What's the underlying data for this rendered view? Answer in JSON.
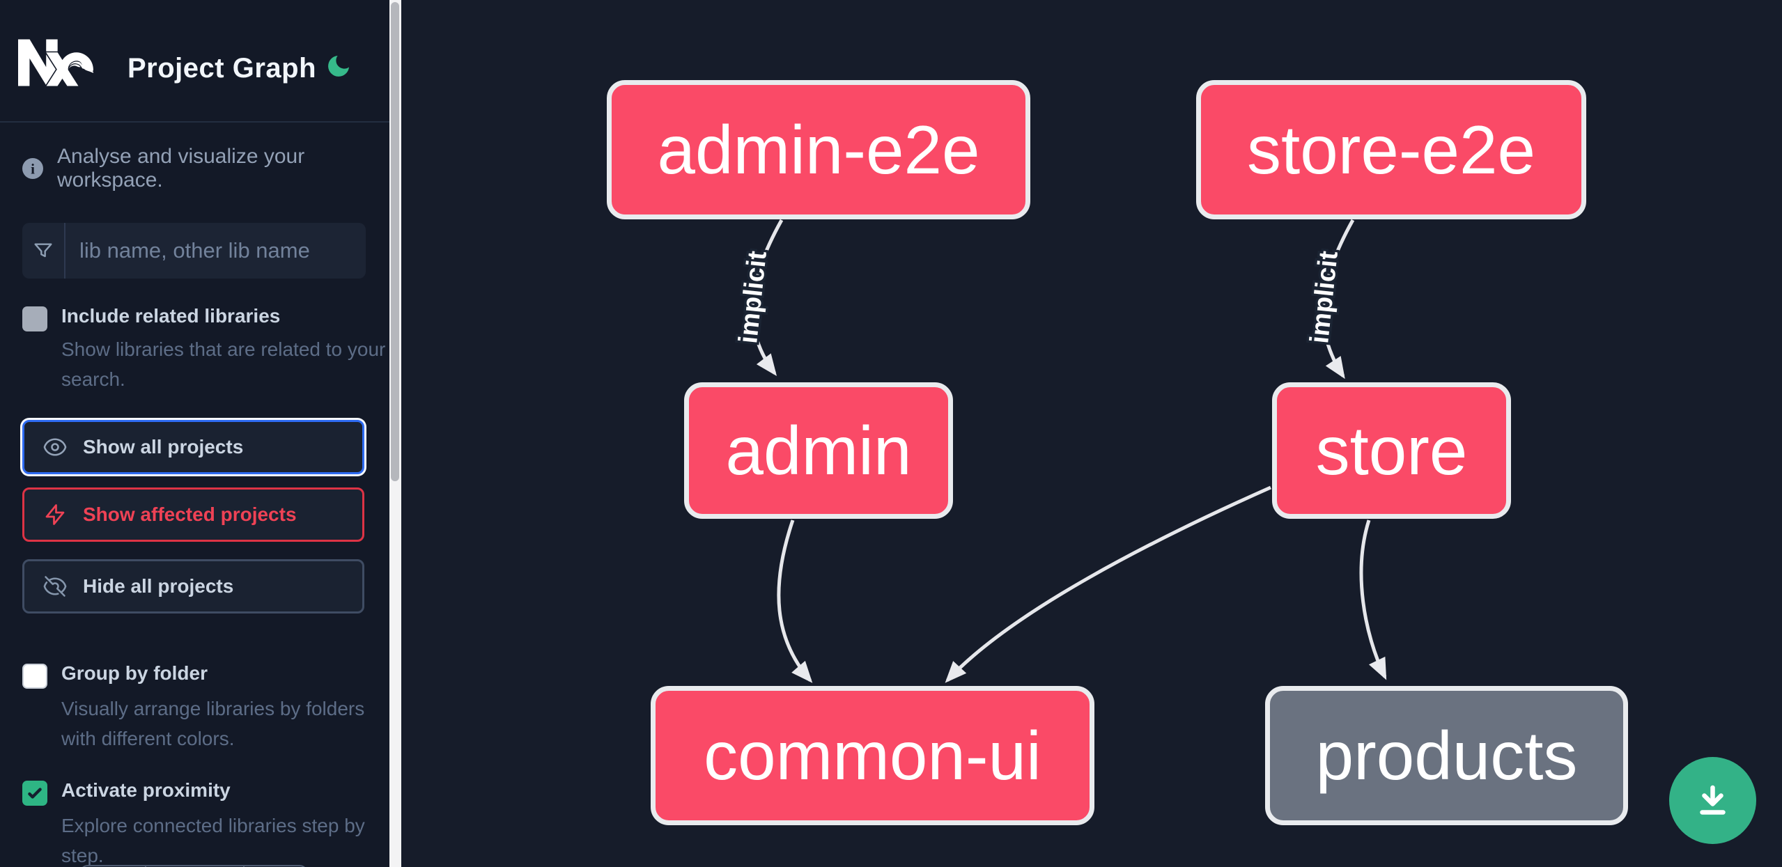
{
  "header": {
    "title": "Project Graph",
    "logo": "nx-logo",
    "theme_toggle_icon": "moon-icon"
  },
  "intro": {
    "icon": "info-icon",
    "text": "Analyse and visualize your workspace."
  },
  "search": {
    "icon": "funnel-icon",
    "placeholder": "lib name, other lib name",
    "value": ""
  },
  "options": [
    {
      "id": "include-related-libraries",
      "label": "Include related libraries",
      "description": "Show libraries that are related to your search.",
      "checked": false,
      "checkbox_style": "gray"
    },
    {
      "id": "group-by-folder",
      "label": "Group by folder",
      "description": "Visually arrange libraries by folders with different colors.",
      "checked": false,
      "checkbox_style": "white"
    },
    {
      "id": "activate-proximity",
      "label": "Activate proximity",
      "description": "Explore connected libraries step by step.",
      "checked": true,
      "checkbox_style": "green"
    }
  ],
  "actions": [
    {
      "label": "Show all projects",
      "icon": "eye-icon",
      "state": "focused",
      "accent": "#2e6bf2"
    },
    {
      "label": "Show affected projects",
      "icon": "bolt-icon",
      "state": "default",
      "accent": "#ef4255"
    },
    {
      "label": "Hide all projects",
      "icon": "eye-off-icon",
      "state": "default",
      "accent": "#3f4c63"
    }
  ],
  "graph": {
    "nodes": [
      {
        "id": "admin-e2e",
        "label": "admin-e2e",
        "color": "#fa4a67"
      },
      {
        "id": "store-e2e",
        "label": "store-e2e",
        "color": "#fa4a67"
      },
      {
        "id": "admin",
        "label": "admin",
        "color": "#fa4a67"
      },
      {
        "id": "store",
        "label": "store",
        "color": "#fa4a67"
      },
      {
        "id": "common-ui",
        "label": "common-ui",
        "color": "#fa4a67"
      },
      {
        "id": "products",
        "label": "products",
        "color": "#6a7280"
      }
    ],
    "edges": [
      {
        "from": "admin-e2e",
        "to": "admin",
        "label": "implicit"
      },
      {
        "from": "store-e2e",
        "to": "store",
        "label": "implicit"
      },
      {
        "from": "admin",
        "to": "common-ui",
        "label": ""
      },
      {
        "from": "store",
        "to": "common-ui",
        "label": ""
      },
      {
        "from": "store",
        "to": "products",
        "label": ""
      }
    ],
    "edge_label": "implicit"
  },
  "fab": {
    "icon": "download-icon"
  },
  "colors": {
    "sidebar_bg": "#131927",
    "canvas_bg": "#161c2a",
    "node_affected": "#fa4a67",
    "node_neutral": "#6a7280",
    "node_border": "#e9ebee",
    "edge": "#e6e7eb",
    "focus_blue": "#2e6bf2",
    "affected_red": "#ef4255",
    "proximity_green": "#2eb584",
    "fab_green": "#33b287"
  }
}
